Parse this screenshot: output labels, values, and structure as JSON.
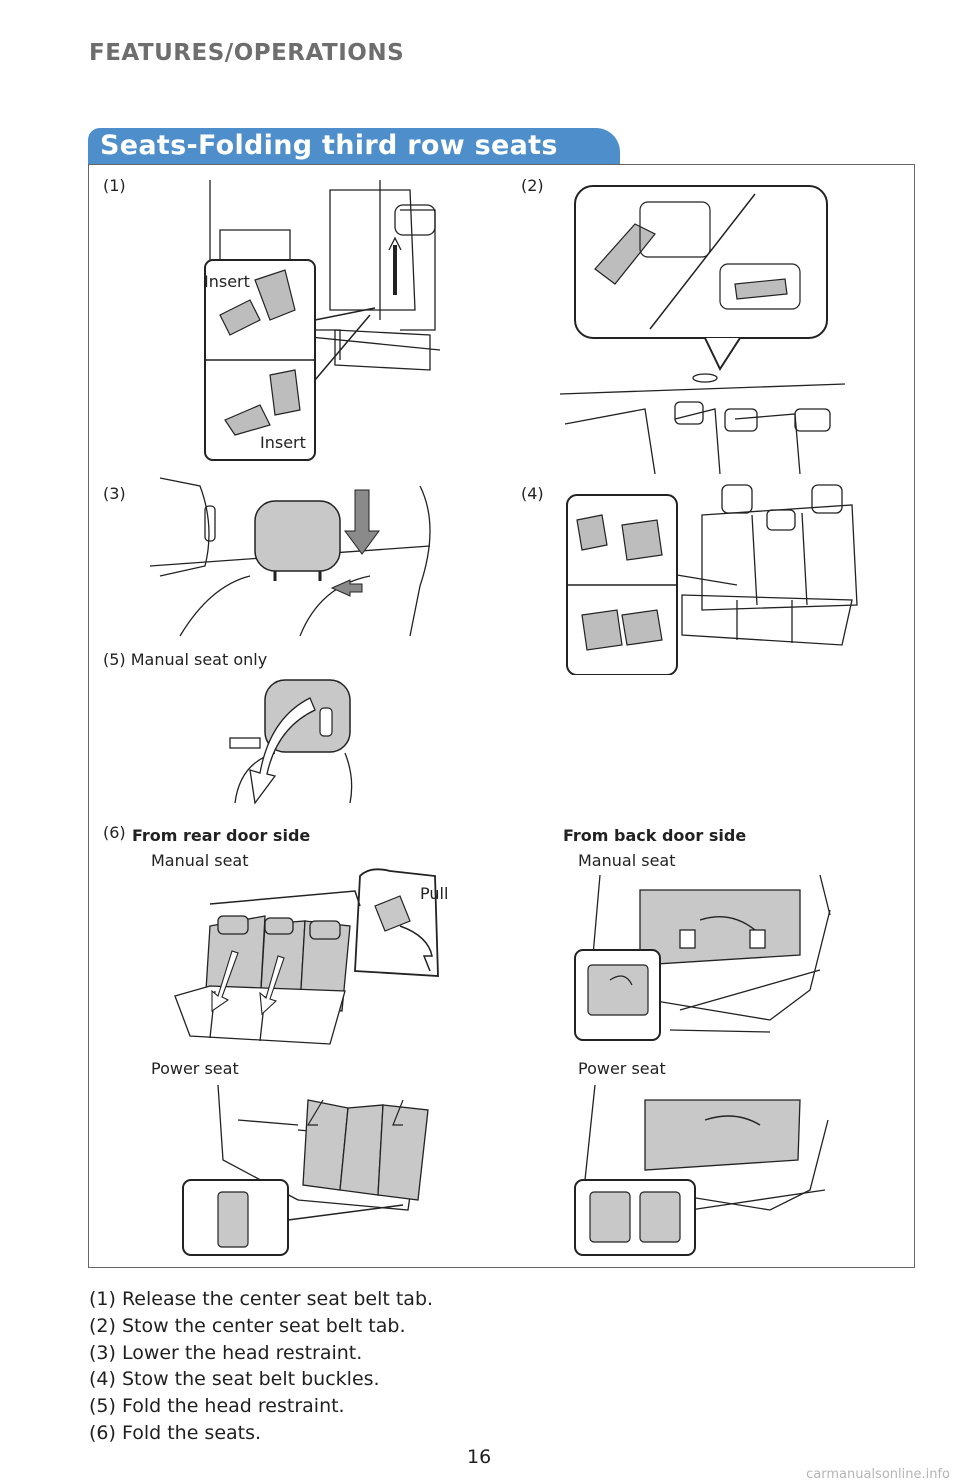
{
  "header": {
    "section": "FEATURES/OPERATIONS"
  },
  "title": "Seats-Folding third row seats",
  "steps": {
    "s1": "(1)",
    "s2": "(2)",
    "s3": "(3)",
    "s4": "(4)",
    "s5": "(5) Manual seat only",
    "s6": "(6)"
  },
  "labels": {
    "insert": "Insert",
    "pull": "Pull",
    "from_rear": "From rear door side",
    "from_back": "From back door side",
    "manual_seat": "Manual seat",
    "power_seat": "Power seat"
  },
  "instructions": [
    "(1) Release the center seat belt tab.",
    "(2) Stow the center seat belt tab.",
    "(3) Lower the head restraint.",
    "(4) Stow the seat belt buckles.",
    "(5) Fold the head restraint.",
    "(6) Fold the seats."
  ],
  "page_number": "16",
  "watermark": "carmanualsonline.info",
  "colors": {
    "accent": "#4e8fcb",
    "header_gray": "#6e6e6e",
    "seat_gray": "#c8c8c8"
  }
}
